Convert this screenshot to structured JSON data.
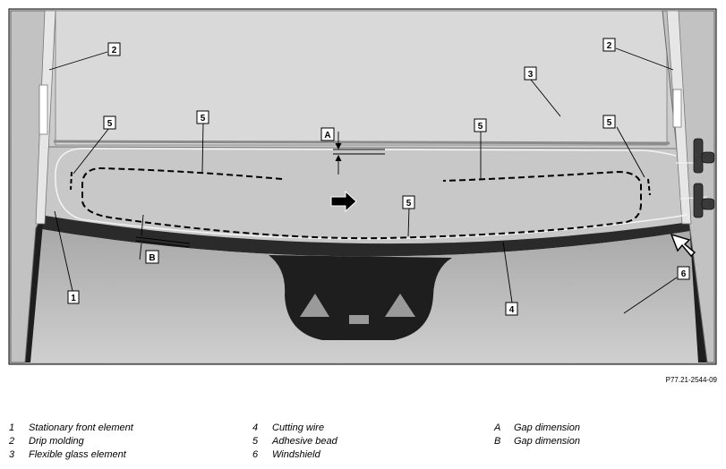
{
  "figure": {
    "reference": "P77.21-2544-09",
    "callouts": {
      "c1": "1",
      "c2": "2",
      "c3": "3",
      "c4": "4",
      "c5": "5",
      "c6": "6",
      "ca": "A",
      "cb": "B"
    }
  },
  "legend": [
    {
      "num": "1",
      "text": "Stationary front element"
    },
    {
      "num": "2",
      "text": "Drip molding"
    },
    {
      "num": "3",
      "text": "Flexible glass element"
    },
    {
      "num": "4",
      "text": "Cutting wire"
    },
    {
      "num": "5",
      "text": "Adhesive bead"
    },
    {
      "num": "6",
      "text": "Windshield"
    },
    {
      "num": "A",
      "text": "Gap dimension"
    },
    {
      "num": "B",
      "text": "Gap dimension"
    }
  ]
}
